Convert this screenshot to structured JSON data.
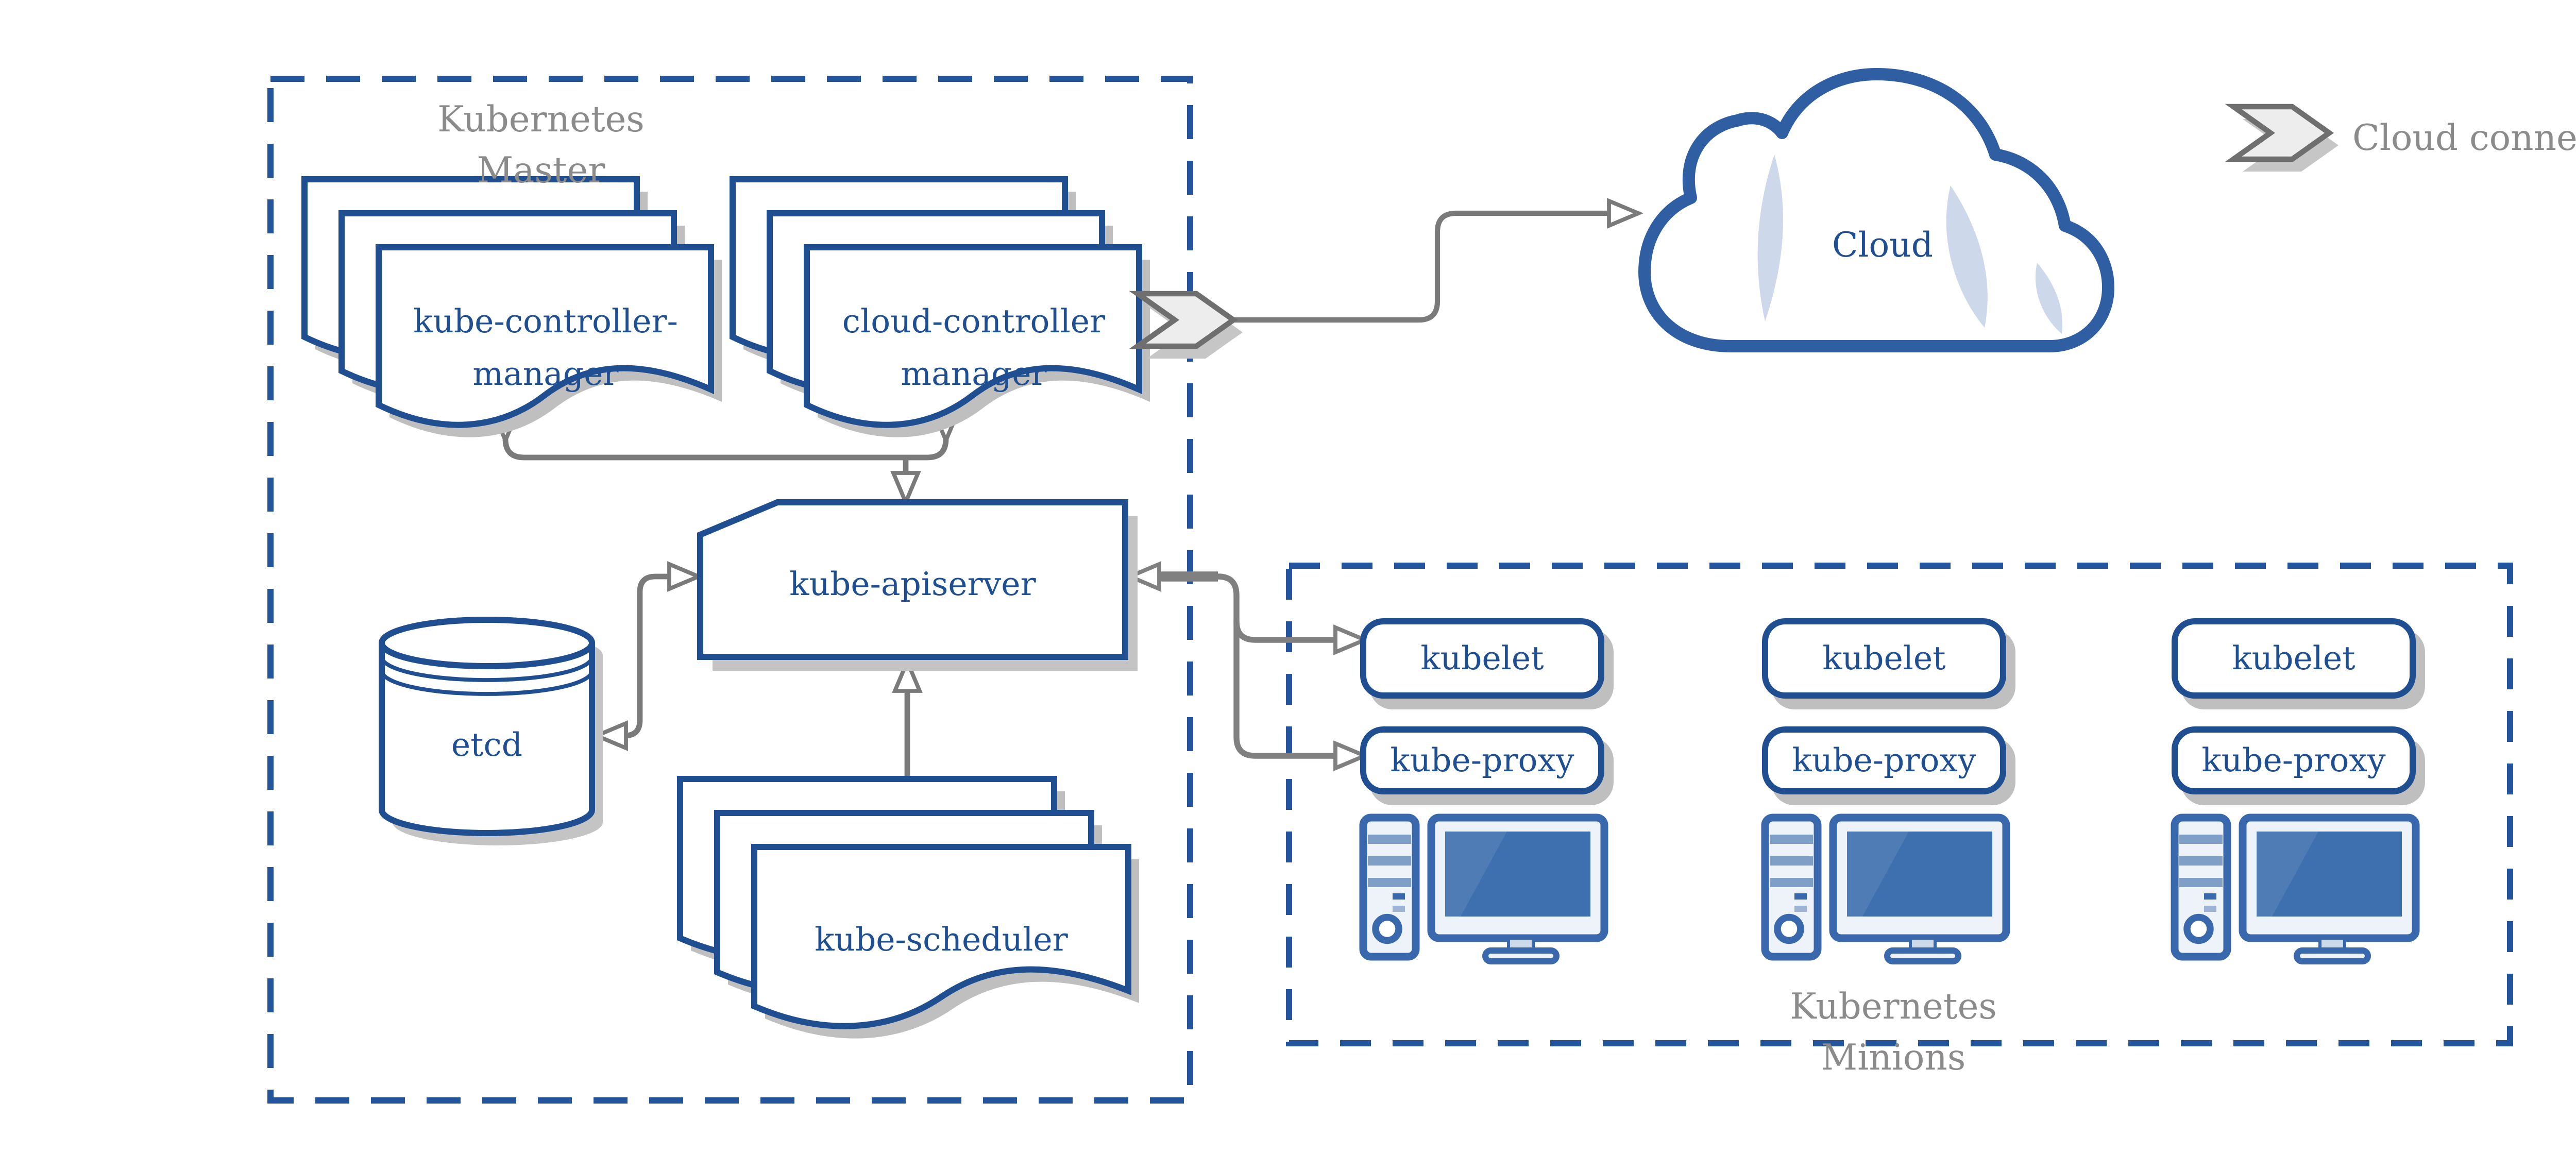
{
  "master": {
    "title": "Kubernetes Master",
    "nodes": {
      "kube_controller_manager": "kube-controller-manager",
      "cloud_controller_manager": "cloud-controller manager",
      "kube_apiserver": "kube-apiserver",
      "etcd": "etcd",
      "kube_scheduler": "kube-scheduler"
    }
  },
  "minions": {
    "title": "Kubernetes Minions",
    "nodes": [
      {
        "kubelet": "kubelet",
        "kube_proxy": "kube-proxy"
      },
      {
        "kubelet": "kubelet",
        "kube_proxy": "kube-proxy"
      },
      {
        "kubelet": "kubelet",
        "kube_proxy": "kube-proxy"
      }
    ]
  },
  "cloud": {
    "label": "Cloud"
  },
  "legend": {
    "cloud_connector_label": "Cloud connector"
  },
  "icons": {
    "cloud_connector": "chevron-arrow",
    "minion_machine": "desktop-computer",
    "etcd_store": "database-cylinder",
    "cloud": "cloud-shape"
  },
  "colors": {
    "shape_blue": "#1f4e91",
    "dash_blue": "#24549c",
    "icon_blue": "#3a68ac",
    "screen_blue": "#3e6fae",
    "light_fill": "#eef3fa",
    "label_gray": "#8b8b8b",
    "arrow_gray": "#7a7a7a",
    "shadow_gray": "#bfbfbf",
    "connector_fill": "#ededed",
    "connector_border": "#6f6f6f"
  }
}
